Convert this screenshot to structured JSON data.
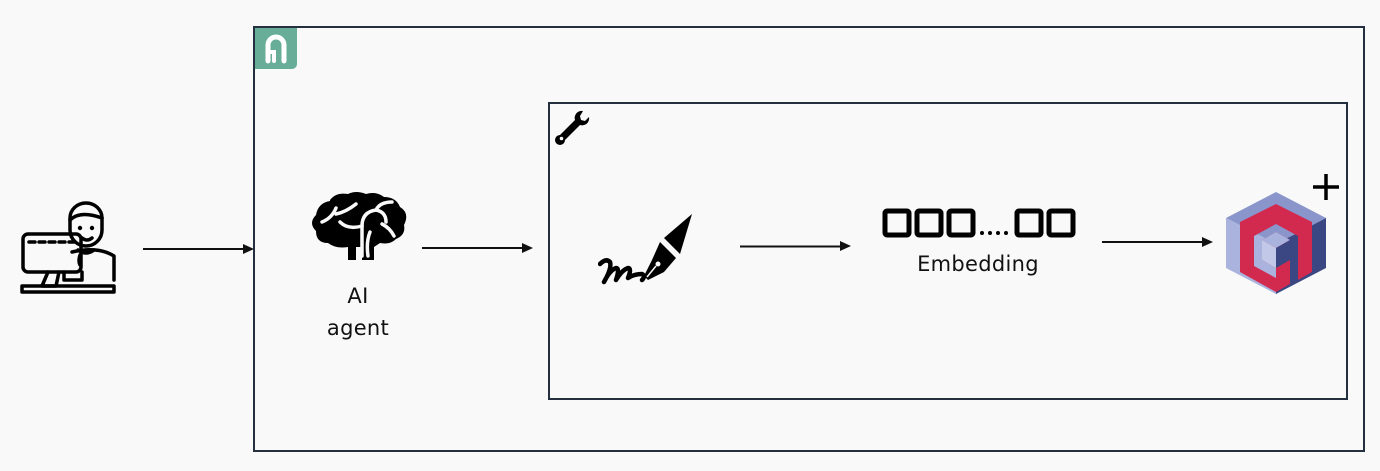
{
  "diagram": {
    "nodes": [
      {
        "id": "user",
        "icon": "user-at-computer-icon",
        "label": ""
      },
      {
        "id": "agent",
        "icon": "brain-icon",
        "label_line1": "AI",
        "label_line2": "agent"
      },
      {
        "id": "text",
        "icon": "fountain-pen-signature-icon",
        "label": ""
      },
      {
        "id": "embedding",
        "icon": "vector-squares-icon",
        "vector_glyph": "▢▢▢....▢▢",
        "label": "Embedding"
      },
      {
        "id": "vector-db",
        "icon": "cube-logo-icon",
        "badge": "+"
      }
    ],
    "edges": [
      {
        "from": "user",
        "to": "agent-container"
      },
      {
        "from": "agent",
        "to": "tool-container"
      },
      {
        "from": "text",
        "to": "embedding"
      },
      {
        "from": "embedding",
        "to": "vector-db"
      }
    ],
    "containers": [
      {
        "id": "agent-container",
        "badge_icon": "agent-platform-logo-icon",
        "badge_color": "#67ad97"
      },
      {
        "id": "tool-container",
        "badge_icon": "wrench-icon"
      }
    ],
    "colors": {
      "border": "#24303f",
      "badge": "#67ad97",
      "cube_light": "#a9b2dc",
      "cube_mid": "#7f8bc4",
      "cube_dark": "#3a4680",
      "cube_red": "#d2294f"
    }
  }
}
